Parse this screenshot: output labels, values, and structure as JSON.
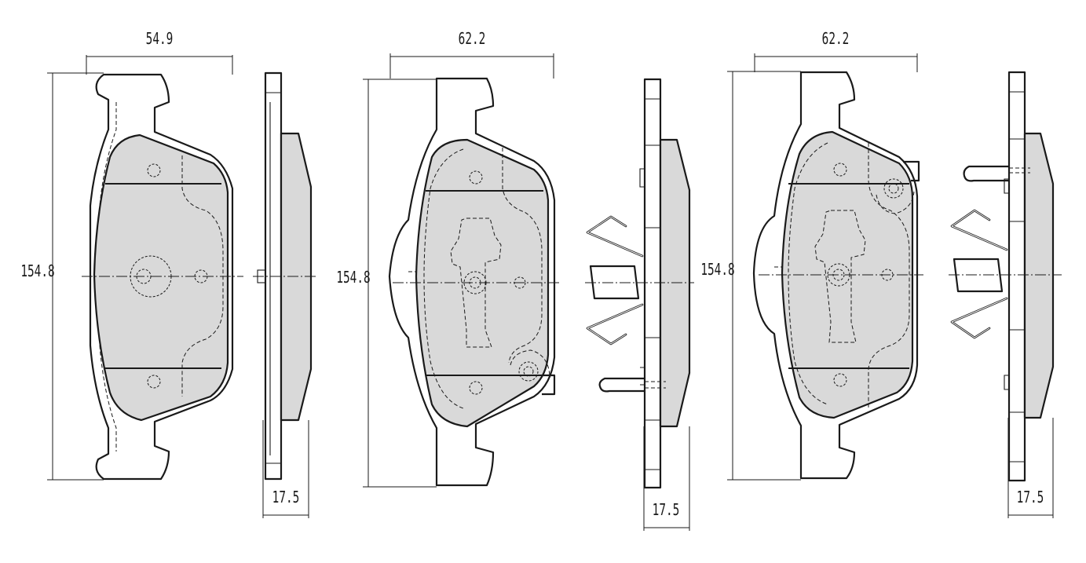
{
  "dimensions": {
    "pad1_width": "54.9",
    "pad1_height": "154.8",
    "pad1_thickness": "17.5",
    "pad2_width": "62.2",
    "pad2_height": "154.8",
    "pad2_thickness": "17.5",
    "pad3_width": "62.2",
    "pad3_height": "154.8",
    "pad3_thickness": "17.5"
  },
  "colors": {
    "friction_material": "#d9d9d9",
    "line": "#1a1a1a",
    "background": "#ffffff"
  }
}
